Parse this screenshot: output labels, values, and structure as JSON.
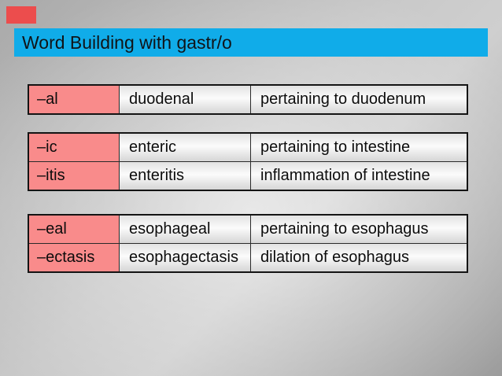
{
  "slide": {
    "title": "Word Building with gastr/o"
  },
  "colors": {
    "title_bar_cyan": "#10ace9",
    "suffix_cell_pink": "#f98b8b",
    "accent_red_rectangle": "#ec4d4d",
    "background_gray": "#b5b5b5",
    "table_border_black": "#141414"
  },
  "tables": [
    {
      "rows": [
        {
          "suffix": "–al",
          "term": "duodenal",
          "meaning": "pertaining to duodenum"
        }
      ]
    },
    {
      "rows": [
        {
          "suffix": "–ic",
          "term": "enteric",
          "meaning": "pertaining to intestine"
        },
        {
          "suffix": "–itis",
          "term": "enteritis",
          "meaning": "inflammation of intestine"
        }
      ]
    },
    {
      "rows": [
        {
          "suffix": "–eal",
          "term": "esophageal",
          "meaning": "pertaining to esophagus"
        },
        {
          "suffix": "–ectasis",
          "term": "esophagectasis",
          "meaning": "dilation of esophagus"
        }
      ]
    }
  ]
}
